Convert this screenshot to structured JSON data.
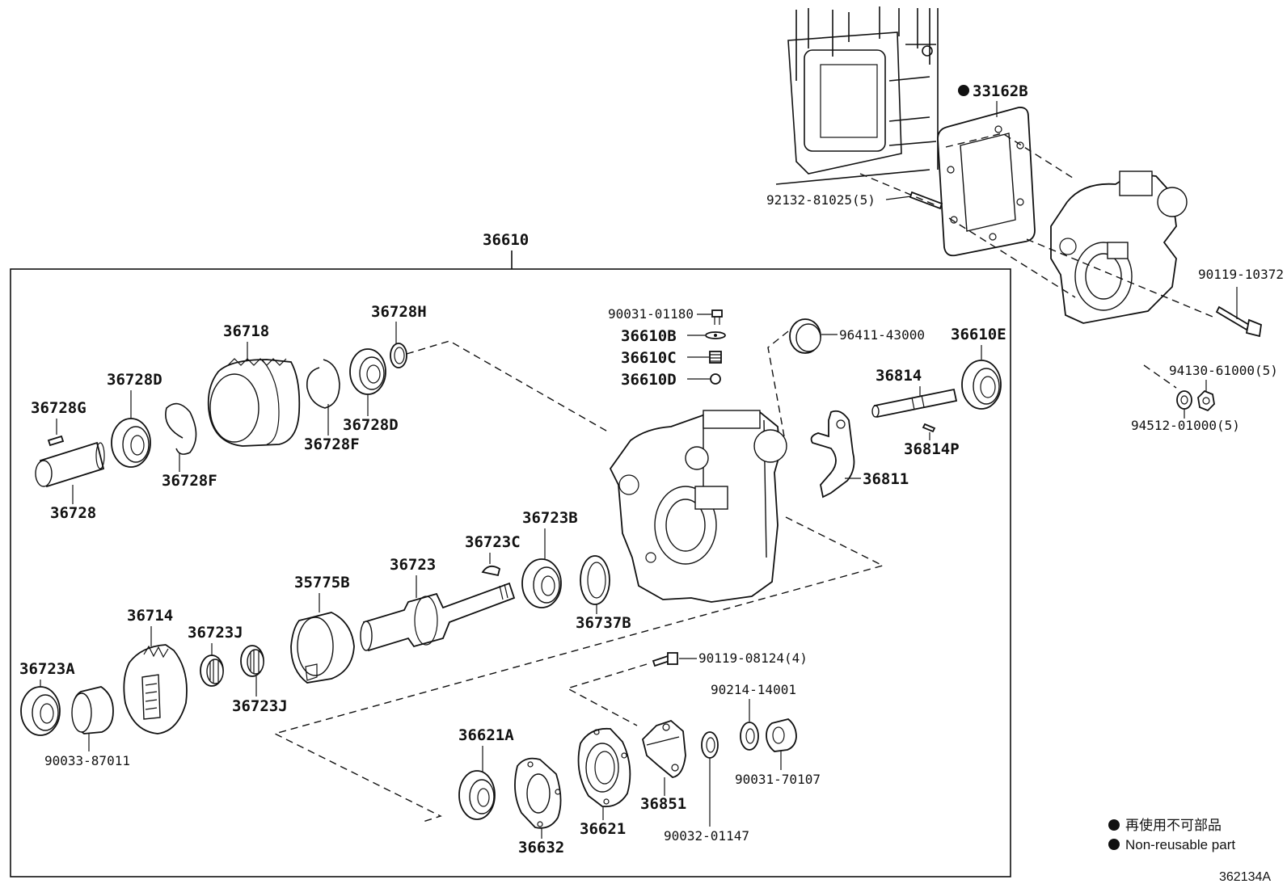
{
  "assembly": {
    "number": "36610"
  },
  "parts": {
    "p33162B": "33162B",
    "p92132": "92132-81025(5)",
    "p90119_10372": "90119-10372",
    "p94130": "94130-61000(5)",
    "p94512": "94512-01000(5)",
    "p90031_01180": "90031-01180",
    "p36610B": "36610B",
    "p36610C": "36610C",
    "p36610D": "36610D",
    "p96411": "96411-43000",
    "p36610E": "36610E",
    "p36814": "36814",
    "p36814P": "36814P",
    "p36811": "36811",
    "p36728H": "36728H",
    "p36718": "36718",
    "p36728D_top": "36728D",
    "p36728D_left": "36728D",
    "p36728G": "36728G",
    "p36728F_left": "36728F",
    "p36728F_right": "36728F",
    "p36728": "36728",
    "p36723B": "36723B",
    "p36723C": "36723C",
    "p36723": "36723",
    "p35775B": "35775B",
    "p36737B": "36737B",
    "p36714": "36714",
    "p36723J_top": "36723J",
    "p36723J_bottom": "36723J",
    "p36723A": "36723A",
    "p90033": "90033-87011",
    "p90119_08124": "90119-08124(4)",
    "p90214": "90214-14001",
    "p36621A": "36621A",
    "p36632": "36632",
    "p36621": "36621",
    "p36851": "36851",
    "p90032": "90032-01147",
    "p90031_70107": "90031-70107"
  },
  "legend": {
    "japanese": "再使用不可部品",
    "english": "Non-reusable part"
  },
  "diagram_code": "362134A",
  "colors": {
    "ink": "#111111",
    "paper": "#ffffff"
  }
}
